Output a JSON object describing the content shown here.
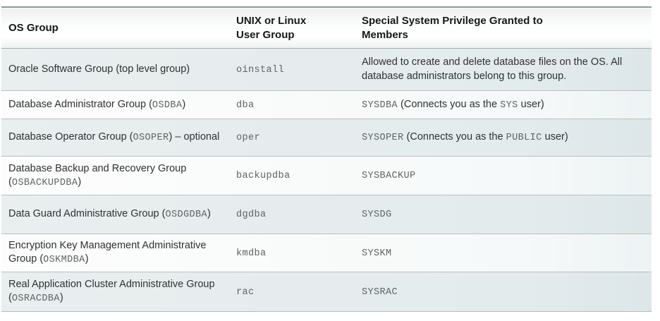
{
  "colors": {
    "row_tint": "#e9eeef",
    "row_white": "#fdfdfd",
    "border_outer": "#87999c",
    "border_row": "#b5c2c4",
    "text": "#2e3132",
    "mono_text": "#5c6466"
  },
  "table": {
    "columns": [
      {
        "label": "OS Group"
      },
      {
        "label": "UNIX or Linux User Group"
      },
      {
        "label": "Special System Privilege Granted to Members"
      }
    ],
    "rows": [
      {
        "os_group": [
          {
            "t": "Oracle Software Group (top level group)",
            "m": false
          }
        ],
        "user_group": "oinstall",
        "privilege": [
          {
            "t": "Allowed to create and delete database files on the OS. All database administrators belong to this group.",
            "m": false
          }
        ]
      },
      {
        "os_group": [
          {
            "t": "Database Administrator Group (",
            "m": false
          },
          {
            "t": "OSDBA",
            "m": true
          },
          {
            "t": ")",
            "m": false
          }
        ],
        "user_group": "dba",
        "privilege": [
          {
            "t": "SYSDBA",
            "m": true
          },
          {
            "t": " (Connects you as the ",
            "m": false
          },
          {
            "t": "SYS",
            "m": true
          },
          {
            "t": " user)",
            "m": false
          }
        ]
      },
      {
        "os_group": [
          {
            "t": "Database Operator Group (",
            "m": false
          },
          {
            "t": "OSOPER",
            "m": true
          },
          {
            "t": ") – optional",
            "m": false
          }
        ],
        "user_group": "oper",
        "privilege": [
          {
            "t": "SYSOPER",
            "m": true
          },
          {
            "t": " (Connects you as the ",
            "m": false
          },
          {
            "t": "PUBLIC",
            "m": true
          },
          {
            "t": " user)",
            "m": false
          }
        ]
      },
      {
        "os_group": [
          {
            "t": "Database Backup and Recovery Group (",
            "m": false
          },
          {
            "t": "OSBACKUPDBA",
            "m": true
          },
          {
            "t": ")",
            "m": false
          }
        ],
        "user_group": "backupdba",
        "privilege": [
          {
            "t": "SYSBACKUP",
            "m": true
          }
        ]
      },
      {
        "os_group": [
          {
            "t": "Data Guard Administrative Group (",
            "m": false
          },
          {
            "t": "OSDGDBA",
            "m": true
          },
          {
            "t": ")",
            "m": false
          }
        ],
        "user_group": "dgdba",
        "privilege": [
          {
            "t": "SYSDG",
            "m": true
          }
        ]
      },
      {
        "os_group": [
          {
            "t": "Encryption Key Management Administrative Group (",
            "m": false
          },
          {
            "t": "OSKMDBA",
            "m": true
          },
          {
            "t": ")",
            "m": false
          }
        ],
        "user_group": "kmdba",
        "privilege": [
          {
            "t": "SYSKM",
            "m": true
          }
        ]
      },
      {
        "os_group": [
          {
            "t": "Real Application Cluster Administrative Group (",
            "m": false
          },
          {
            "t": "OSRACDBA",
            "m": true
          },
          {
            "t": ")",
            "m": false
          }
        ],
        "user_group": "rac",
        "privilege": [
          {
            "t": "SYSRAC",
            "m": true
          }
        ]
      }
    ]
  }
}
